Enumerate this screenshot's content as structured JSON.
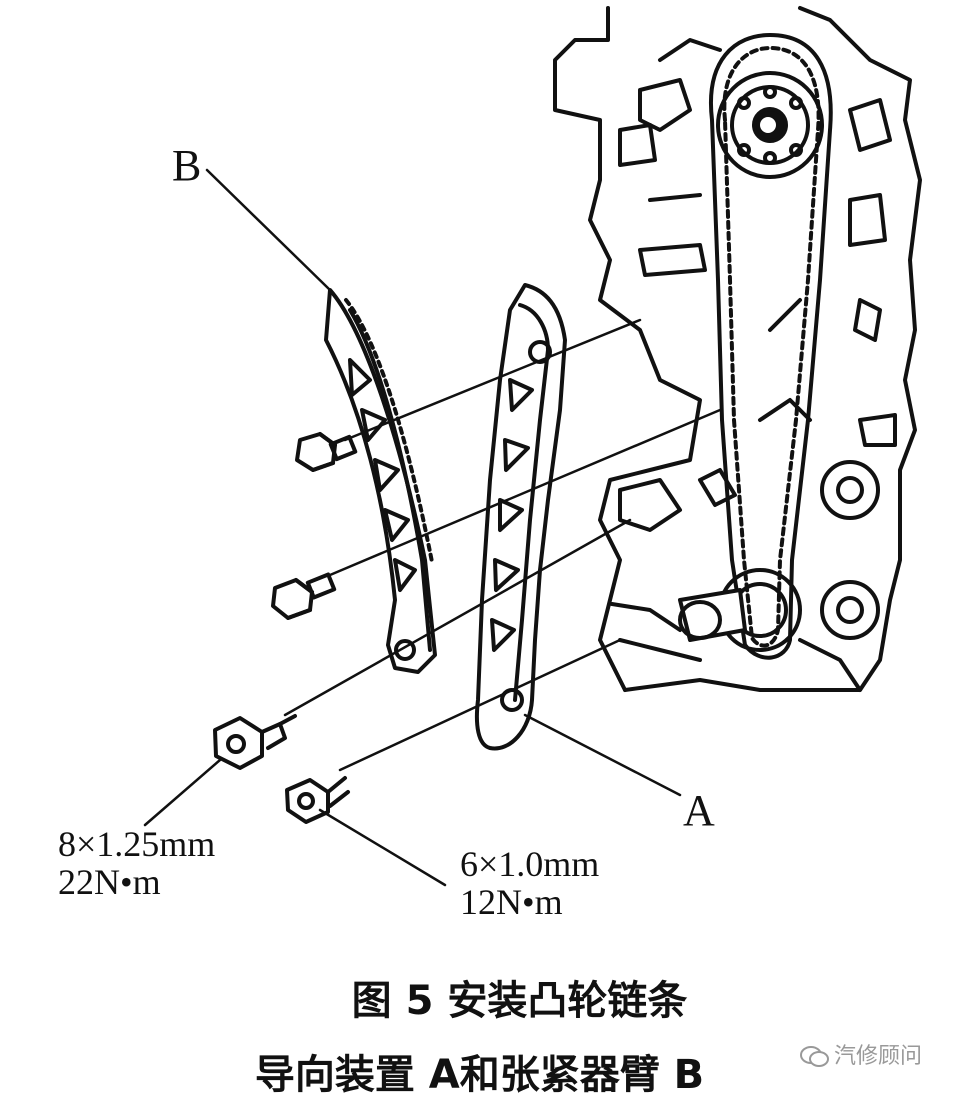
{
  "callouts": {
    "b": "B",
    "a": "A"
  },
  "specs": {
    "bolt_8": {
      "size": "8×1.25mm",
      "torque": "22N•m"
    },
    "bolt_6": {
      "size": "6×1.0mm",
      "torque": "12N•m"
    }
  },
  "caption": {
    "line1": "图 5  安装凸轮链条",
    "line2": "导向装置 A和张紧器臂 B"
  },
  "watermark": "汽修顾问",
  "icons": [
    "wechat-bubble-icon"
  ],
  "colors": {
    "ink": "#111111",
    "watermark": "#999999",
    "background": "#ffffff"
  }
}
